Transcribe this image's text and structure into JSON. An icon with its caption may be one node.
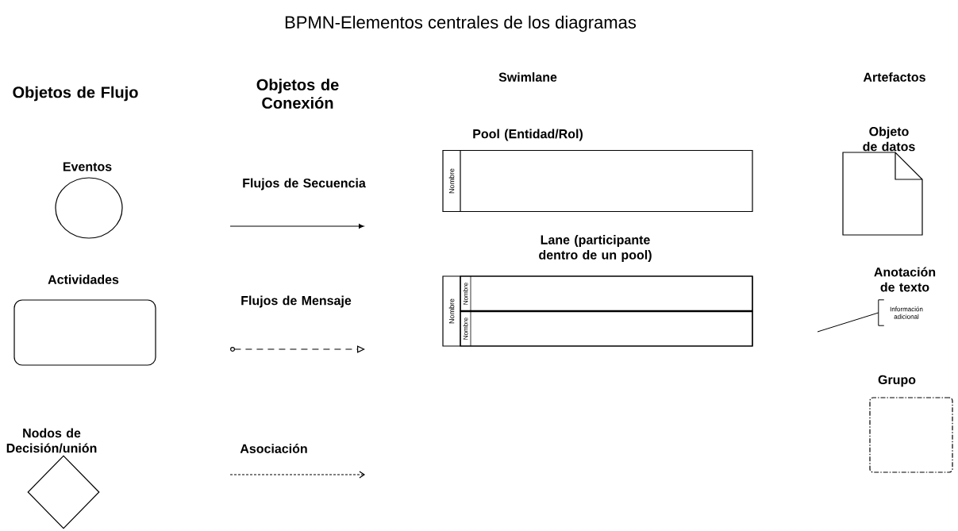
{
  "diagram": {
    "title": "BPMN-Elementos centrales de los diagramas",
    "nodes": [
      {
        "text": [
          "Eventos"
        ]
      },
      {
        "text": [
          "Actividades"
        ]
      },
      {
        "text": [
          "Nodos de Decisión/unión"
        ]
      },
      {
        "text": [
          "Pool (Entidad/Rol)",
          "Nombre"
        ]
      },
      {
        "text": [
          "Lane (participante dentro de un pool)",
          "Nombre"
        ]
      },
      {
        "text": [
          "Nombre"
        ],
        "in": 4
      },
      {
        "text": [
          "Nombre"
        ],
        "in": 4
      },
      {
        "text": [
          "Objeto de datos"
        ]
      },
      {
        "text": [
          "Anotación de texto",
          "Información adicional"
        ]
      },
      {
        "text": [
          "Grupo"
        ]
      }
    ],
    "edges": [
      {
        "from": null,
        "to": 8,
        "arrow": "none"
      }
    ],
    "labels": [
      "Objetos de Flujo",
      "Objetos de Conexión",
      "Swimlane",
      "Artefactos",
      "Flujos de Secuencia",
      "Flujos de Mensaje",
      "Asociación"
    ]
  }
}
